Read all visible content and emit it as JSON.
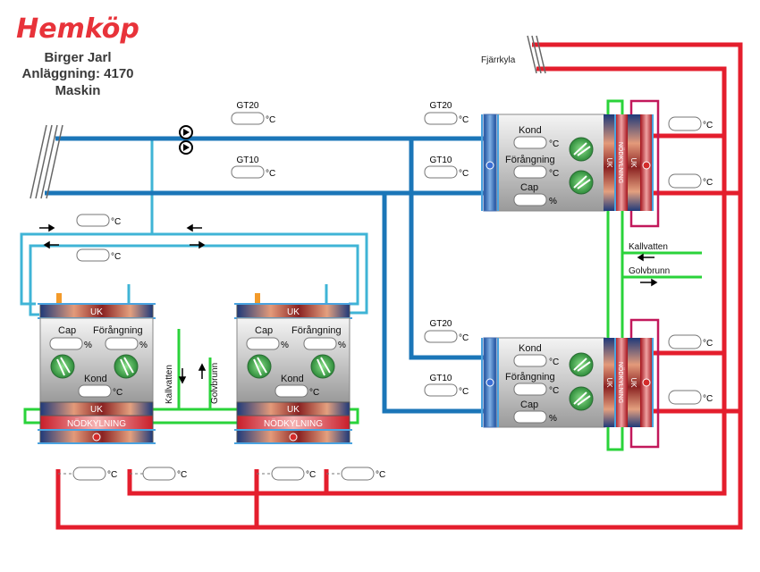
{
  "header": {
    "logo": "Hemköp",
    "site_name": "Birger Jarl",
    "facility": "Anläggning: 4170",
    "page": "Maskin"
  },
  "labels": {
    "fjarrkyla": "Fjärrkyla",
    "gt20": "GT20",
    "gt10": "GT10",
    "kallvatten": "Kallvatten",
    "golvbrunn": "Golvbrunn",
    "kond": "Kond",
    "forangning": "Förångning",
    "cap": "Cap",
    "uk": "UK",
    "nodkylning": "NÖDKYLNING"
  },
  "units": {
    "celsius": "°C",
    "percent": "%"
  },
  "readouts": {
    "main_gt20": "",
    "main_gt10": "",
    "upper_gt20": "",
    "upper_gt10": "",
    "lower_gt20": "",
    "lower_gt10": "",
    "loop_top": "",
    "loop_bottom": "",
    "upper_unit_kond": "",
    "upper_unit_forangning": "",
    "upper_unit_cap": "",
    "lower_unit_kond": "",
    "lower_unit_forangning": "",
    "lower_unit_cap": "",
    "left_unit_cap": "",
    "left_unit_forangning": "",
    "left_unit_kond": "",
    "mid_unit_cap": "",
    "mid_unit_forangning": "",
    "mid_unit_kond": "",
    "upper_red_1": "",
    "upper_red_2": "",
    "lower_red_1": "",
    "lower_red_2": "",
    "bottom_1": "",
    "bottom_2": "",
    "bottom_3": "",
    "bottom_4": ""
  },
  "colors": {
    "brand": "#e8333a",
    "hot_pipe": "#e41e2d",
    "cold_pipe": "#1b76b8",
    "light_pipe": "#3fb4d6",
    "water_pipe": "#2ad33a",
    "frame": "#c2185b"
  }
}
